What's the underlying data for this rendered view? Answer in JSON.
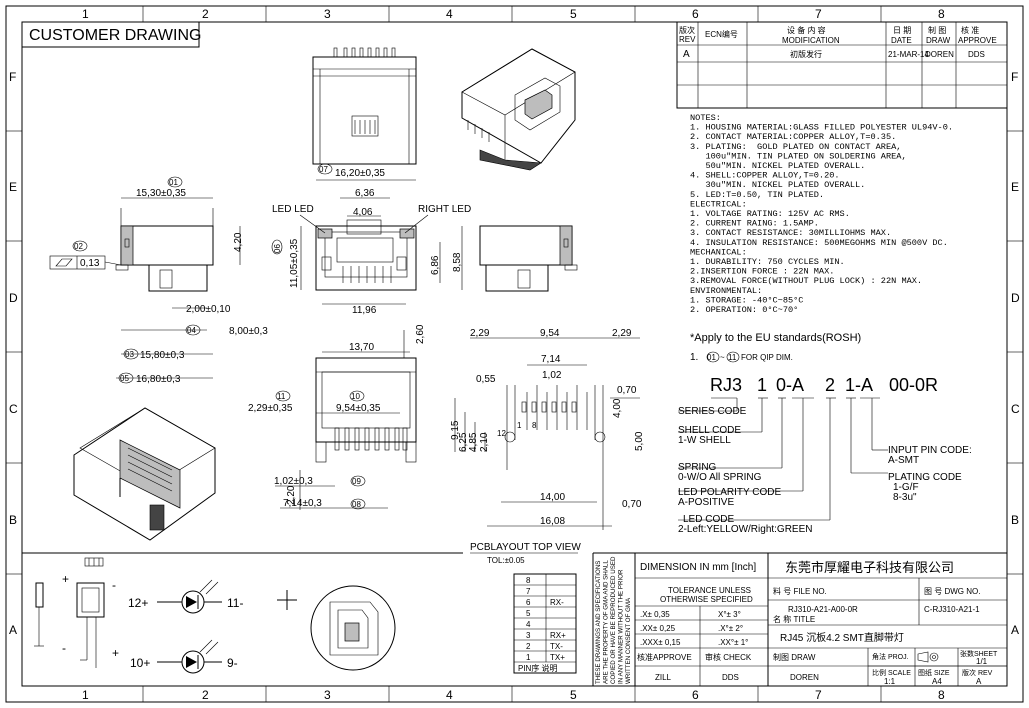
{
  "border": {
    "columns": [
      "1",
      "2",
      "3",
      "4",
      "5",
      "6",
      "7",
      "8"
    ],
    "rows": [
      "F",
      "E",
      "D",
      "C",
      "B",
      "A"
    ]
  },
  "drawing_title": "CUSTOMER DRAWING",
  "revision_table": {
    "headers": [
      {
        "cn": "版次",
        "en": "REV"
      },
      {
        "cn": "ECN编号",
        "en": ""
      },
      {
        "cn": "设 备 内 容",
        "en": "MODIFICATION"
      },
      {
        "cn": "日 期",
        "en": "DATE"
      },
      {
        "cn": "制 图",
        "en": "DRAW"
      },
      {
        "cn": "核 准",
        "en": "APPROVE"
      }
    ],
    "rows": [
      {
        "rev": "A",
        "ecn": "",
        "modification": "初版发行",
        "date": "21-MAR-14",
        "draw": "DOREN",
        "approve": "DDS"
      }
    ]
  },
  "notes": [
    "NOTES:",
    "1. HOUSING MATERIAL:GLASS FILLED POLYESTER UL94V-0.",
    "2. CONTACT MATERIAL:COPPER ALLOY,T=0.35.",
    "3. PLATING:  GOLD PLATED ON CONTACT AREA,",
    "   100u\"MIN. TIN PLATED ON SOLDERING AREA,",
    "   50u\"MIN. NICKEL PLATED OVERALL.",
    "4. SHELL:COPPER ALLOY,T=0.20.",
    "   30u\"MIN. NICKEL PLATED OVERALL.",
    "5. LED:T=0.50, TIN PLATED.",
    "ELECTRICAL:",
    "1. VOLTAGE RATING: 125V AC RMS.",
    "2. CURRENT RAING: 1.5AMP.",
    "3. CONTACT RESISTANCE: 30MILLIOHMS MAX.",
    "4. INSULATION RESISTANCE: 500MEGOHMS MIN @500V DC.",
    "MECHANICAL:",
    "1. DURABILITY: 750 CYCLES MIN.",
    "2.INSERTION FORCE : 22N MAX.",
    "3.REMOVAL FORCE(WITHOUT PLUG LOCK) : 22N MAX.",
    "ENVIRONMENTAL:",
    "1. STORAGE: -40°C~85°C",
    "2. OPERATION: 0°C~70°"
  ],
  "rosh_note": "*Apply to the EU standards(ROSH)",
  "qip_note": {
    "prefix": "1.",
    "from": "01",
    "to": "11",
    "suffix": "FOR QIP DIM."
  },
  "part_code": {
    "parts": [
      "RJ3",
      "1",
      "0-A",
      "2",
      "1-A",
      "00-0R"
    ],
    "labels": [
      "SERIES CODE",
      "SHELL CODE",
      "1-W SHELL",
      "SPRING",
      "0-W/O All SPRING",
      "LED POLARITY CODE",
      "A-POSITIVE",
      "LED CODE",
      "2-Left:YELLOW/Right:GREEN",
      "INPUT PIN CODE:",
      "A-SMT",
      "PLATING CODE",
      "1-G/F",
      "8-3u\""
    ]
  },
  "dimensions": {
    "d01": "15,30±0,35",
    "d01_id": "01",
    "d02_id": "02",
    "flatness": "0,13",
    "d03": "15,80±0,3",
    "d03_id": "03",
    "d04_id": "04",
    "d05": "16,80±0,3",
    "d05_id": "05",
    "d06": "11,05±0,35",
    "d06_id": "06",
    "d07": "16,20±0,35",
    "d07_id": "07",
    "d08": "7,14±0,3",
    "d08_id": "08",
    "d09": "1,02±0,3",
    "d09_id": "09",
    "d10": "9,54±0,35",
    "d10_id": "10",
    "d11": "2,29±0,35",
    "d11_id": "11",
    "v420": "4,20",
    "v200": "2,00±0,10",
    "v800": "8,00±0,3",
    "v636": "6,36",
    "v406": "4,06",
    "v686": "6,86",
    "v858": "8,58",
    "v1196": "11,96",
    "v1370": "13,70",
    "v260": "2,60",
    "v220": "2,20",
    "led_left": "LED LED",
    "led_right": "RIGHT LED"
  },
  "pcb_layout": {
    "title": "PCBLAYOUT TOP VIEW",
    "tol": "TOL:±0.05",
    "top": [
      "2,29",
      "9,54",
      "2,29"
    ],
    "d714": "7,14",
    "d102": "1,02",
    "d055": "0,55",
    "d070": "0,70",
    "d070b": "0,70",
    "d400": "4,00",
    "d500": "5,00",
    "d915": "9,15",
    "d625": "6,25",
    "d485": "4,85",
    "d210": "2,10",
    "d1400": "14,00",
    "d1608": "16,08",
    "pin12": "12",
    "pin1": "1",
    "pin8": "8"
  },
  "schematic": {
    "left_led": {
      "plus": "12+",
      "minus": "11-"
    },
    "right_led": {
      "plus": "10+",
      "minus": "9-"
    },
    "signs": [
      "+",
      "-",
      "+",
      "-"
    ]
  },
  "pin_table": {
    "rows": [
      {
        "no": "8",
        "sig": ""
      },
      {
        "no": "7",
        "sig": ""
      },
      {
        "no": "6",
        "sig": "RX-"
      },
      {
        "no": "5",
        "sig": ""
      },
      {
        "no": "4",
        "sig": ""
      },
      {
        "no": "3",
        "sig": "RX+"
      },
      {
        "no": "2",
        "sig": "TX-"
      },
      {
        "no": "1",
        "sig": "TX+"
      }
    ],
    "footer": "PIN序 说明"
  },
  "proprietary": [
    "THESE DRAWINGS AND SPECIFICATIONS",
    "ARE THE PROPERTY OF GMA AND SHALL",
    "COPIED OR HAVE BE REPRODUCED USED",
    "IN ANY MANNER WITHOUT THE PRIOR",
    "WRITTEN CONSENT OF GMA"
  ],
  "title_block": {
    "dimension": "DIMENSION IN mm [Inch]",
    "tolerance_title": [
      "TOLERANCE UNLESS",
      "OTHERWISE SPECIFIED"
    ],
    "tol_rows": [
      [
        ".X± 0,35",
        "X°± 3°"
      ],
      [
        ".XX± 0,25",
        ".X°± 2°"
      ],
      [
        ".XXX± 0,15",
        ".XX°± 1°"
      ]
    ],
    "approve_label": "核准APPROVE",
    "approve": "ZILL",
    "check_label": "审核 CHECK",
    "check": "DDS",
    "draw_label": "制图 DRAW",
    "draw": "DOREN",
    "company": "东莞市厚耀电子科技有限公司",
    "file_no_label": "料 号 FILE NO.",
    "file_no": "RJ310-A21-A00-0R",
    "dwg_no_label": "图 号 DWG NO.",
    "dwg_no": "C-RJ310-A21-1",
    "title_label": "名 称 TITLE",
    "title": "RJ45 沉板4.2 SMT直脚带灯",
    "proj_label": "角法 PROJ.",
    "sheet_label": "张数SHEET",
    "sheet": "1/1",
    "scale_label": "比例 SCALE",
    "scale": "1:1",
    "size_label": "图纸 SIZE",
    "size": "A4",
    "rev_label": "版次 REV",
    "rev": "A"
  }
}
